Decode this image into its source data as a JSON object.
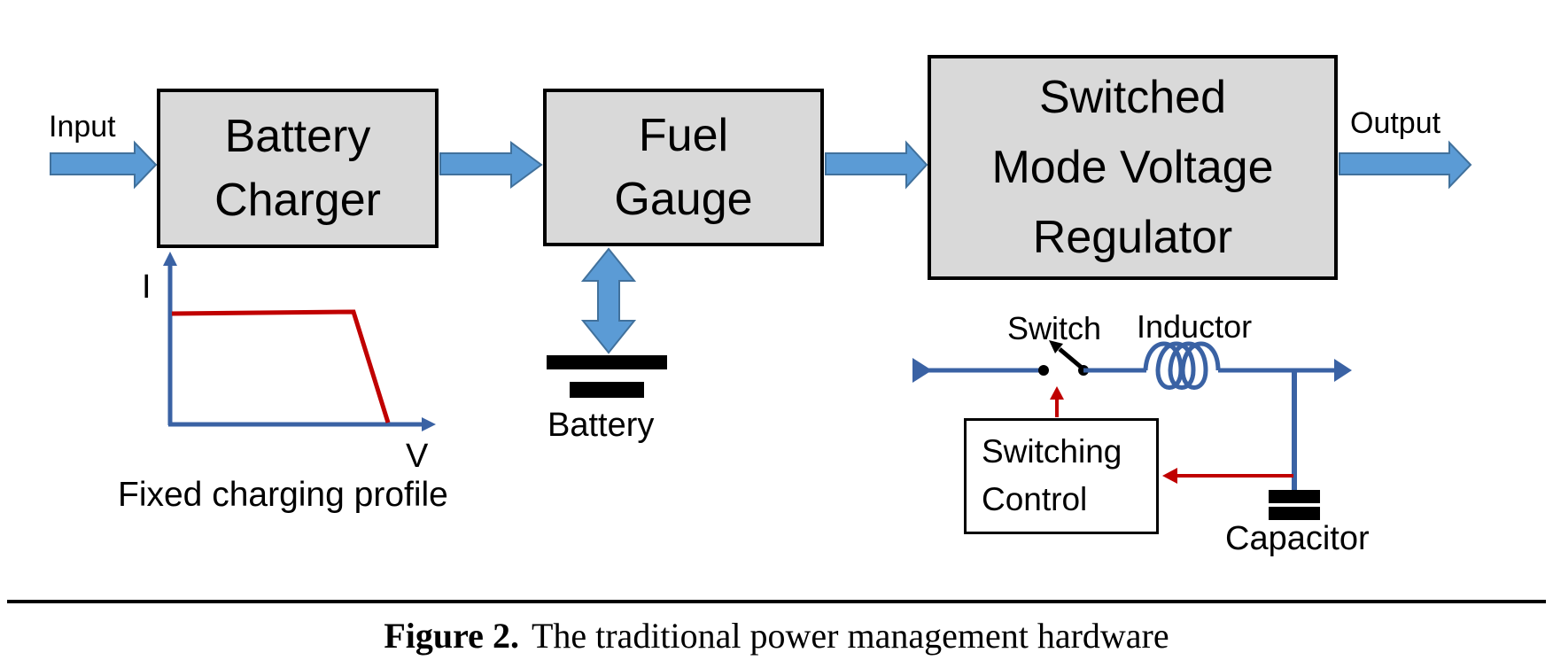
{
  "figure": {
    "label": "Figure 2.",
    "caption": "The traditional power management hardware"
  },
  "labels": {
    "input": "Input",
    "output": "Output"
  },
  "blocks": {
    "battery_charger": {
      "line1": "Battery",
      "line2": "Charger"
    },
    "fuel_gauge": {
      "line1": "Fuel",
      "line2": "Gauge"
    },
    "regulator": {
      "line1": "Switched",
      "line2": "Mode Voltage",
      "line3": "Regulator"
    }
  },
  "charging_profile": {
    "y_axis_label": "I",
    "x_axis_label": "V",
    "caption": "Fixed charging profile"
  },
  "battery_label": "Battery",
  "circuit": {
    "switch_label": "Switch",
    "inductor_label": "Inductor",
    "control_line1": "Switching",
    "control_line2": "Control",
    "capacitor_label": "Capacitor"
  },
  "colors": {
    "block_fill": "#d9d9d9",
    "block_border": "#000000",
    "arrow_fill": "#5b9bd5",
    "arrow_stroke": "#41719c",
    "wire_blue": "#3a62a4",
    "accent_red": "#c00000",
    "text": "#000000"
  }
}
